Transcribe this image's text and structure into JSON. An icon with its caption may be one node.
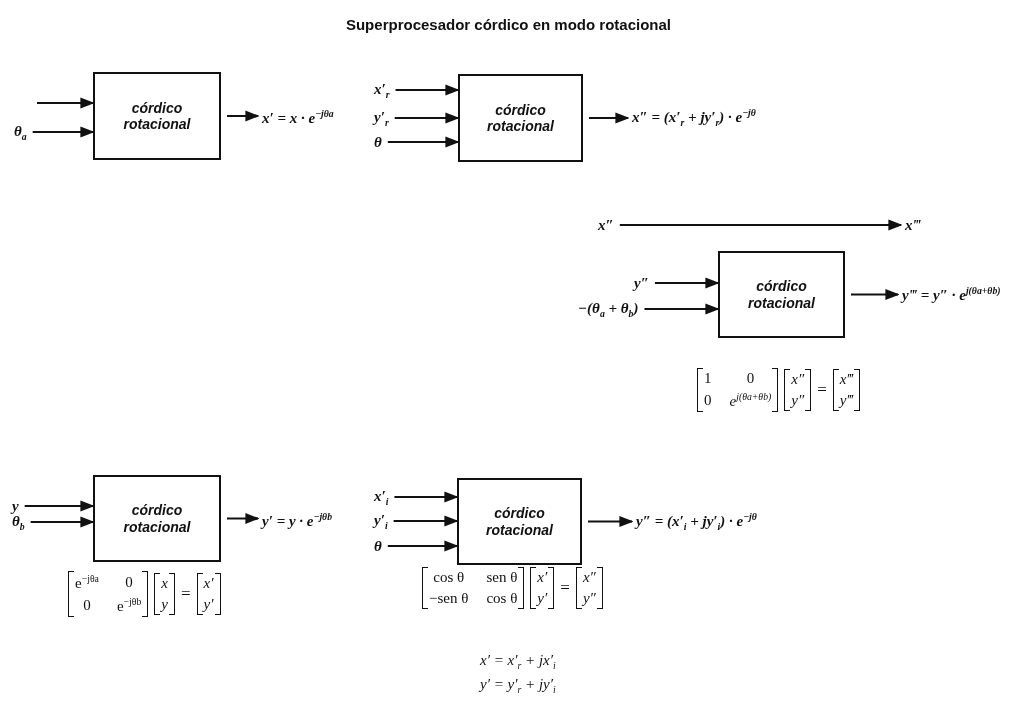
{
  "diagram": {
    "title": "Superprocesador córdico en modo rotacional",
    "nodes": [
      {
        "text": [
          "córdico rotacional"
        ]
      },
      {
        "text": [
          "θ$_{a}$"
        ]
      },
      {
        "text": [
          "x′ = x · e$^{−jθa}$"
        ]
      },
      {
        "text": [
          "x′$_{r}$"
        ]
      },
      {
        "text": [
          "y′$_{r}$"
        ]
      },
      {
        "text": [
          "θ"
        ]
      },
      {
        "text": [
          "córdico rotacional"
        ]
      },
      {
        "text": [
          "x″ = (x′$_{r}$ + jy′$_{r}$) · e$^{−jθ}$"
        ]
      },
      {
        "text": [
          "x″"
        ]
      },
      {
        "text": [
          "x‴"
        ]
      },
      {
        "text": [
          "y″"
        ]
      },
      {
        "text": [
          "−(θ$_{a}$ + θ$_{b}$)"
        ]
      },
      {
        "text": [
          "córdico rotacional"
        ]
      },
      {
        "text": [
          "y‴ = y″ · e$^{j(θa+θb)}$"
        ]
      },
      {
        "text": [
          "y"
        ]
      },
      {
        "text": [
          "θ$_{b}$"
        ]
      },
      {
        "text": [
          "córdico rotacional"
        ]
      },
      {
        "text": [
          "y′ = y · e$^{−jθb}$"
        ]
      },
      {
        "text": [
          "x′$_{i}$"
        ]
      },
      {
        "text": [
          "y′$_{i}$"
        ]
      },
      {
        "text": [
          "θ"
        ]
      },
      {
        "text": [
          "córdico rotacional"
        ]
      },
      {
        "text": [
          "y″ = (x′$_{i}$ + jy′$_{i}$) · e$^{−jθ}$"
        ]
      }
    ],
    "edges": [
      {
        "from": null,
        "to": 0,
        "arrow": "to"
      },
      {
        "from": 1,
        "to": 0,
        "arrow": "to"
      },
      {
        "from": 0,
        "to": 2,
        "arrow": "to"
      },
      {
        "from": 3,
        "to": 6,
        "arrow": "to"
      },
      {
        "from": 4,
        "to": 6,
        "arrow": "to"
      },
      {
        "from": 5,
        "to": 6,
        "arrow": "to"
      },
      {
        "from": 6,
        "to": 7,
        "arrow": "to"
      },
      {
        "from": 8,
        "to": 9,
        "arrow": "to"
      },
      {
        "from": 10,
        "to": 12,
        "arrow": "to"
      },
      {
        "from": 11,
        "to": 12,
        "arrow": "to"
      },
      {
        "from": 12,
        "to": 13,
        "arrow": "to"
      },
      {
        "from": 14,
        "to": 16,
        "arrow": "to"
      },
      {
        "from": 15,
        "to": 16,
        "arrow": "to"
      },
      {
        "from": 16,
        "to": 17,
        "arrow": "to"
      },
      {
        "from": 18,
        "to": 21,
        "arrow": "to"
      },
      {
        "from": 19,
        "to": 21,
        "arrow": "to"
      },
      {
        "from": 20,
        "to": 21,
        "arrow": "to"
      },
      {
        "from": 21,
        "to": 22,
        "arrow": "to"
      }
    ],
    "labels": [
      "1",
      "0",
      "0",
      "e$^{j(θa+θb)}$",
      "x″",
      "y″",
      "=",
      "x‴",
      "y‴",
      "e$^{−jθa}$",
      "0",
      "0",
      "e$^{−jθb}$",
      "x",
      "y",
      "=",
      "x′",
      "y′",
      "cos θ",
      "sen θ",
      "−sen θ",
      "cos θ",
      "x′",
      "y′",
      "=",
      "x″",
      "y″",
      "x′ = x′$_{r}$ + jx′$_{i}$",
      "y′ = y′$_{r}$ + jy′$_{i}$"
    ]
  }
}
